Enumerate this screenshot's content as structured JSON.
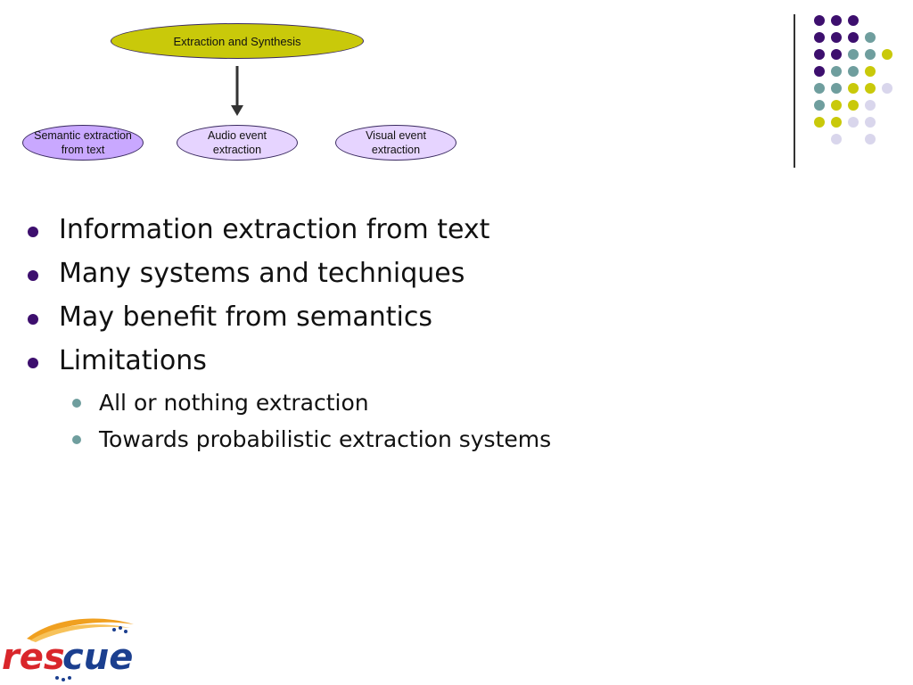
{
  "diagram": {
    "top_node": "Extraction and Synthesis",
    "children": [
      "Semantic extraction\nfrom text",
      "Audio event\nextraction",
      "Visual event\nextraction"
    ]
  },
  "bullets": [
    "Information extraction from text",
    "Many systems and techniques",
    "May benefit from semantics",
    "Limitations"
  ],
  "sub_bullets": [
    "All or nothing extraction",
    "Towards probabilistic extraction systems"
  ],
  "logo": {
    "text": "rescue"
  },
  "colors": {
    "purple": "#3d0f6e",
    "teal": "#6f9e9e",
    "olive": "#c9c90a",
    "lavender": "#d9d6ec"
  }
}
